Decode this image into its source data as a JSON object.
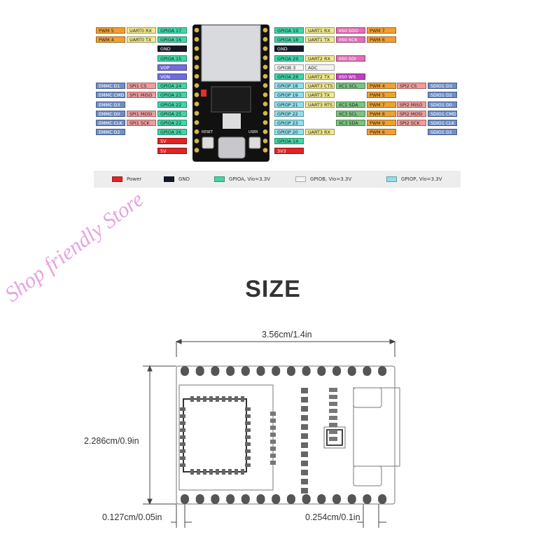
{
  "pinout": {
    "left_rows": [
      {
        "labels": [
          {
            "text": "PWM 5",
            "c": "#f0a030"
          },
          {
            "text": "UART0 RX",
            "c": "#f2e98a"
          },
          {
            "text": "GPIOA 17",
            "c": "#3fd6a8"
          }
        ]
      },
      {
        "labels": [
          {
            "text": "PWM 4",
            "c": "#f0a030"
          },
          {
            "text": "UART0 TX",
            "c": "#f2e98a"
          },
          {
            "text": "GPIOA 16",
            "c": "#3fd6a8"
          }
        ]
      },
      {
        "labels": [
          {
            "text": "GND",
            "c": "#151826",
            "fg": "#ffffff"
          }
        ]
      },
      {
        "labels": [
          {
            "text": "GPIOA 15",
            "c": "#3fd6a8"
          }
        ]
      },
      {
        "labels": [
          {
            "text": "VOP",
            "c": "#6f6ddc",
            "fg": "#ffffff"
          }
        ]
      },
      {
        "labels": [
          {
            "text": "VON",
            "c": "#6f6ddc",
            "fg": "#ffffff"
          }
        ]
      },
      {
        "labels": [
          {
            "text": "EMMC D1",
            "c": "#6f8fc9",
            "fg": "#ffffff"
          },
          {
            "text": "SPI1 CS",
            "c": "#f29b9b"
          },
          {
            "text": "GPIOA 24",
            "c": "#3fd6a8"
          }
        ]
      },
      {
        "labels": [
          {
            "text": "EMMC CMD",
            "c": "#6f8fc9",
            "fg": "#ffffff"
          },
          {
            "text": "SPI1 MISO",
            "c": "#f29b9b"
          },
          {
            "text": "GPIOA 23",
            "c": "#3fd6a8"
          }
        ]
      },
      {
        "labels": [
          {
            "text": "EMMC D3",
            "c": "#6f8fc9",
            "fg": "#ffffff"
          },
          {
            "text": "",
            "c": ""
          },
          {
            "text": "GPIOA 22",
            "c": "#3fd6a8"
          }
        ]
      },
      {
        "labels": [
          {
            "text": "EMMC D0",
            "c": "#6f8fc9",
            "fg": "#ffffff"
          },
          {
            "text": "SPI1 MOSI",
            "c": "#f29b9b"
          },
          {
            "text": "GPIOA 25",
            "c": "#3fd6a8"
          }
        ]
      },
      {
        "labels": [
          {
            "text": "EMMC CLK",
            "c": "#6f8fc9",
            "fg": "#ffffff"
          },
          {
            "text": "SPI1 SCK",
            "c": "#f29b9b"
          },
          {
            "text": "GPIOA 22",
            "c": "#3fd6a8"
          }
        ]
      },
      {
        "labels": [
          {
            "text": "EMMC D2",
            "c": "#6f8fc9",
            "fg": "#ffffff"
          },
          {
            "text": "",
            "c": ""
          },
          {
            "text": "GPIOA 26",
            "c": "#3fd6a8"
          }
        ]
      },
      {
        "labels": [
          {
            "text": "5V",
            "c": "#e02424",
            "fg": "#ffffff"
          }
        ]
      },
      {
        "labels": [
          {
            "text": "5V",
            "c": "#e02424",
            "fg": "#ffffff"
          }
        ]
      }
    ],
    "right_rows": [
      {
        "labels": [
          {
            "text": "GPIOA 19",
            "c": "#3fd6a8"
          },
          {
            "text": "UART1 RX",
            "c": "#f2e98a"
          },
          {
            "text": "IIS0 SDO",
            "c": "#e070b8",
            "fg": "#ffffff"
          },
          {
            "text": "PWM 7",
            "c": "#f0a030"
          }
        ]
      },
      {
        "labels": [
          {
            "text": "GPIOA 18",
            "c": "#3fd6a8"
          },
          {
            "text": "UART1 TX",
            "c": "#f2e98a"
          },
          {
            "text": "IIS0 SCK",
            "c": "#e070b8",
            "fg": "#ffffff"
          },
          {
            "text": "PWM 6",
            "c": "#f0a030"
          }
        ]
      },
      {
        "labels": [
          {
            "text": "GND",
            "c": "#151826",
            "fg": "#ffffff"
          }
        ]
      },
      {
        "labels": [
          {
            "text": "GPIOA 29",
            "c": "#3fd6a8"
          },
          {
            "text": "UART2 RX",
            "c": "#f2e98a"
          },
          {
            "text": "IIS0 SDI",
            "c": "#e070b8",
            "fg": "#ffffff"
          }
        ]
      },
      {
        "labels": [
          {
            "text": "GPIOB 3",
            "c": "#f4f4f4"
          },
          {
            "text": "ADC",
            "c": "#f4f4f4"
          }
        ]
      },
      {
        "labels": [
          {
            "text": "GPIOA 28",
            "c": "#3fd6a8"
          },
          {
            "text": "UART2 TX",
            "c": "#f2e98a"
          },
          {
            "text": "IIS0 WS",
            "c": "#c040c0",
            "fg": "#ffffff"
          }
        ]
      },
      {
        "labels": [
          {
            "text": "GPIOP 18",
            "c": "#8fe0ee"
          },
          {
            "text": "UART3 CTS",
            "c": "#f2e98a"
          },
          {
            "text": "IIC1 SCL",
            "c": "#7bc47f"
          },
          {
            "text": "PWM 4",
            "c": "#f0a030"
          },
          {
            "text": "SPI2 CS",
            "c": "#f29b9b"
          },
          {
            "text": "SDIO1 D3",
            "c": "#6f8fc9",
            "fg": "#ffffff"
          }
        ]
      },
      {
        "labels": [
          {
            "text": "GPIOP 19",
            "c": "#8fe0ee"
          },
          {
            "text": "UART3 TX",
            "c": "#f2e98a"
          },
          {
            "text": "",
            "c": ""
          },
          {
            "text": "PWM 5",
            "c": "#f0a030"
          },
          {
            "text": "",
            "c": ""
          },
          {
            "text": "SDIO1 D2",
            "c": "#6f8fc9",
            "fg": "#ffffff"
          }
        ]
      },
      {
        "labels": [
          {
            "text": "GPIOP 21",
            "c": "#8fe0ee"
          },
          {
            "text": "UART3 RTS",
            "c": "#f2e98a"
          },
          {
            "text": "IIC1 SDA",
            "c": "#7bc47f"
          },
          {
            "text": "PWM 7",
            "c": "#f0a030"
          },
          {
            "text": "SPI2 MISO",
            "c": "#f29b9b"
          },
          {
            "text": "SDIO1 D0",
            "c": "#6f8fc9",
            "fg": "#ffffff"
          }
        ]
      },
      {
        "labels": [
          {
            "text": "GPIOP 22",
            "c": "#8fe0ee"
          },
          {
            "text": "",
            "c": ""
          },
          {
            "text": "IIC3 SCL",
            "c": "#7bc47f"
          },
          {
            "text": "PWM 8",
            "c": "#f0a030"
          },
          {
            "text": "SPI2 MOSI",
            "c": "#f29b9b"
          },
          {
            "text": "SDIO1 CMD",
            "c": "#6f8fc9",
            "fg": "#ffffff"
          }
        ]
      },
      {
        "labels": [
          {
            "text": "GPIOP 23",
            "c": "#8fe0ee"
          },
          {
            "text": "",
            "c": ""
          },
          {
            "text": "IIC3 SDA",
            "c": "#7bc47f"
          },
          {
            "text": "PWM 9",
            "c": "#f0a030"
          },
          {
            "text": "SPI2 SCK",
            "c": "#f29b9b"
          },
          {
            "text": "SDIO1 CLK",
            "c": "#6f8fc9",
            "fg": "#ffffff"
          }
        ]
      },
      {
        "labels": [
          {
            "text": "GPIOP 20",
            "c": "#8fe0ee"
          },
          {
            "text": "UART3 RX",
            "c": "#f2e98a"
          },
          {
            "text": "",
            "c": ""
          },
          {
            "text": "PWM 6",
            "c": "#f0a030"
          },
          {
            "text": "",
            "c": ""
          },
          {
            "text": "SDIO1 D1",
            "c": "#6f8fc9",
            "fg": "#ffffff"
          }
        ]
      },
      {
        "labels": [
          {
            "text": "GPIOA 14",
            "c": "#3fd6a8"
          }
        ]
      },
      {
        "labels": [
          {
            "text": "3V3",
            "c": "#e02424",
            "fg": "#ffffff"
          }
        ]
      }
    ],
    "board": {
      "reset_label": "RESET",
      "user_label": "USER"
    }
  },
  "legend": [
    {
      "label": "Power",
      "color": "#e02424"
    },
    {
      "label": "GND",
      "color": "#151826"
    },
    {
      "label": "GPIOA, Vio=3.3V",
      "color": "#3fd6a8"
    },
    {
      "label": "GPIOB, Vio=3.3V",
      "color": "#f4f4f4"
    },
    {
      "label": "GPIOP, Vio=3.3V",
      "color": "#8fe0ee"
    }
  ],
  "watermark": "Shop friendly Store",
  "size_title": "SIZE",
  "dimensions": {
    "width": "3.56cm/1.4in",
    "height": "2.286cm/0.9in",
    "edge_margin": "0.127cm/0.05in",
    "pin_pitch": "0.254cm/0.1in"
  }
}
